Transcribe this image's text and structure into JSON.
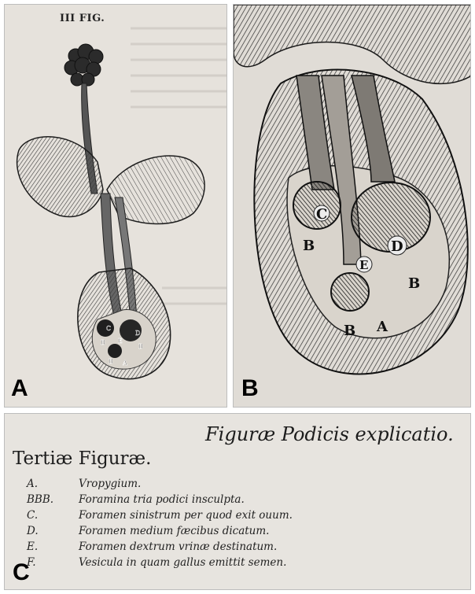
{
  "panel_a": {
    "letter": "A",
    "figure_title": "III FIG.",
    "labels": [
      "C",
      "B",
      "E",
      "D",
      "B",
      "B",
      "A"
    ]
  },
  "panel_b": {
    "letter": "B",
    "labels": [
      "C",
      "B",
      "E",
      "D",
      "B",
      "B",
      "A"
    ]
  },
  "panel_c": {
    "letter": "C",
    "title": "Figuræ Podicis explicatio.",
    "subtitle": "Tertiæ Figuræ.",
    "legend": [
      {
        "key": "A.",
        "text": "Vropygium."
      },
      {
        "key": "BBB.",
        "text": "Foramina tria podici insculpta."
      },
      {
        "key": "C.",
        "text": "Foramen sinistrum per quod exit ouum."
      },
      {
        "key": "D.",
        "text": "Foramen medium fæcibus dicatum."
      },
      {
        "key": "E.",
        "text": "Foramen dextrum vrinæ destinatum."
      },
      {
        "key": "F.",
        "text": "Vesicula in quam gallus emittit semen."
      }
    ]
  }
}
